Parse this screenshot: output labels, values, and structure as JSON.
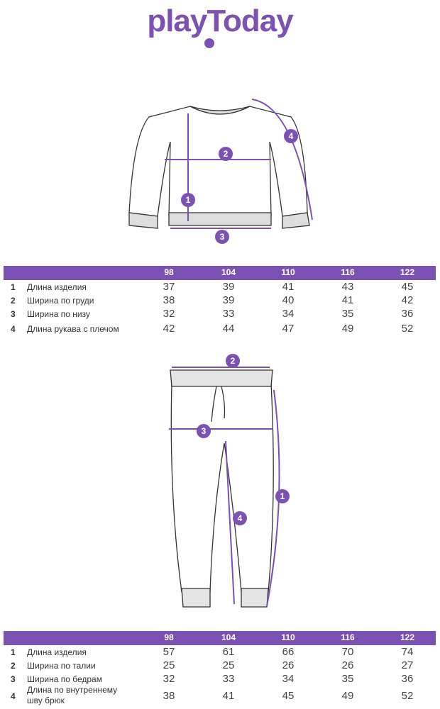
{
  "brand": {
    "logo": "playToday",
    "accent": "#7b52b3"
  },
  "sizes": [
    "98",
    "104",
    "110",
    "116",
    "122"
  ],
  "top": {
    "markers": [
      "1",
      "2",
      "3",
      "4"
    ],
    "rows": [
      {
        "idx": "1",
        "label": "Длина изделия",
        "values": [
          "37",
          "39",
          "41",
          "43",
          "45"
        ]
      },
      {
        "idx": "2",
        "label": "Ширина по груди",
        "values": [
          "38",
          "39",
          "40",
          "41",
          "42"
        ]
      },
      {
        "idx": "3",
        "label": "Ширина по низу",
        "values": [
          "32",
          "33",
          "34",
          "35",
          "36"
        ]
      },
      {
        "idx": "4",
        "label": "Длина рукава с плечом",
        "values": [
          "42",
          "44",
          "47",
          "49",
          "52"
        ]
      }
    ]
  },
  "bottom": {
    "markers": [
      "1",
      "2",
      "3",
      "4"
    ],
    "rows": [
      {
        "idx": "1",
        "label": "Длина изделия",
        "values": [
          "57",
          "61",
          "66",
          "70",
          "74"
        ]
      },
      {
        "idx": "2",
        "label": "Ширина по талии",
        "values": [
          "25",
          "25",
          "26",
          "26",
          "27"
        ]
      },
      {
        "idx": "3",
        "label": "Ширина по бедрам",
        "values": [
          "32",
          "33",
          "34",
          "35",
          "36"
        ]
      },
      {
        "idx": "4",
        "label": "Длина по внутреннему шву брюк",
        "values": [
          "38",
          "41",
          "45",
          "49",
          "52"
        ]
      }
    ]
  }
}
